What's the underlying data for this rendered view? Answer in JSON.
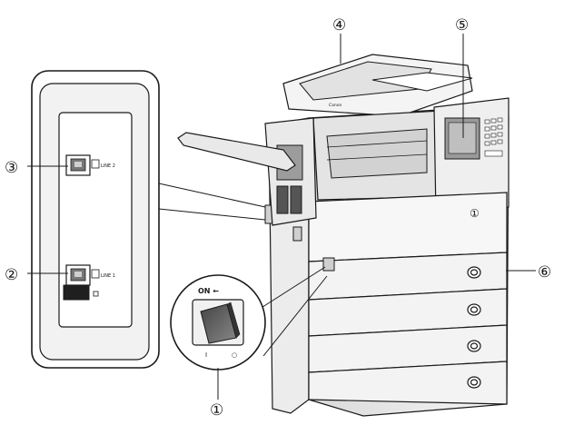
{
  "callouts": [
    {
      "id": "1",
      "label": "①"
    },
    {
      "id": "2",
      "label": "②"
    },
    {
      "id": "3",
      "label": "③"
    },
    {
      "id": "4",
      "label": "④"
    },
    {
      "id": "5",
      "label": "⑤"
    },
    {
      "id": "6",
      "label": "⑥"
    }
  ],
  "panel": {
    "port_upper_label": "LINE 2",
    "port_lower_label": "LINE 1"
  },
  "switch": {
    "on_label": "ON ←",
    "on_mark": "I",
    "off_mark": "○"
  },
  "device": {
    "brand": "Canon",
    "front_cover_mark": "①"
  },
  "colors": {
    "line": "#1a1a1a",
    "light_gray": "#e6e6e6",
    "mid_gray": "#bdbdbd",
    "dark_gray": "#555555"
  }
}
